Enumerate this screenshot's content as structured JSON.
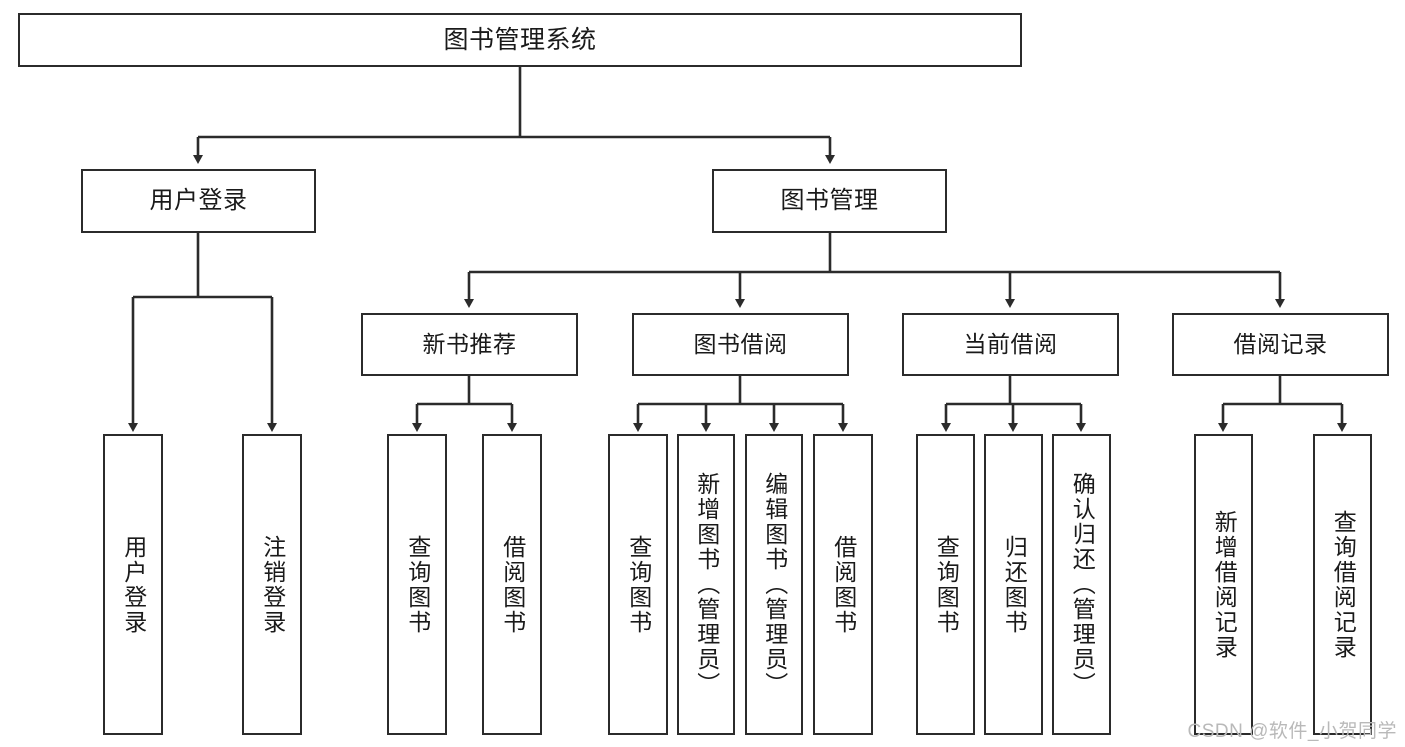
{
  "diagram": {
    "title": "图书管理系统",
    "watermark": "CSDN @软件_小贺同学",
    "line_color": "#2b2b2b",
    "box_fill": "#ffffff",
    "text_color": "#1a1a1a",
    "watermark_color": "#b9b9b9",
    "root": {
      "label": "图书管理系统"
    },
    "level2": [
      {
        "label": "用户登录"
      },
      {
        "label": "图书管理"
      }
    ],
    "level3": [
      {
        "label": "新书推荐"
      },
      {
        "label": "图书借阅"
      },
      {
        "label": "当前借阅"
      },
      {
        "label": "借阅记录"
      }
    ],
    "leaves": {
      "user_login": [
        {
          "label": "用户登录"
        },
        {
          "label": "注销登录"
        }
      ],
      "new_book_recommend": [
        {
          "label": "查询图书"
        },
        {
          "label": "借阅图书"
        }
      ],
      "book_borrow": [
        {
          "label": "查询图书"
        },
        {
          "label": "新增图书（管理员）"
        },
        {
          "label": "编辑图书（管理员）"
        },
        {
          "label": "借阅图书"
        }
      ],
      "current_borrow": [
        {
          "label": "查询图书"
        },
        {
          "label": "归还图书"
        },
        {
          "label": "确认归还（管理员）"
        }
      ],
      "borrow_record": [
        {
          "label": "新增借阅记录"
        },
        {
          "label": "查询借阅记录"
        }
      ]
    }
  }
}
